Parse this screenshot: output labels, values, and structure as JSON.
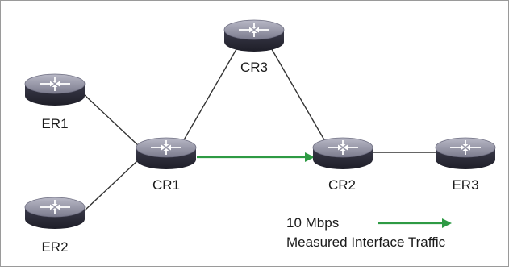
{
  "nodes": [
    {
      "id": "ER1",
      "label": "ER1"
    },
    {
      "id": "ER2",
      "label": "ER2"
    },
    {
      "id": "CR1",
      "label": "CR1"
    },
    {
      "id": "CR3",
      "label": "CR3"
    },
    {
      "id": "CR2",
      "label": "CR2"
    },
    {
      "id": "ER3",
      "label": "ER3"
    }
  ],
  "links": [
    {
      "from": "ER1",
      "to": "CR1",
      "style": "plain"
    },
    {
      "from": "ER2",
      "to": "CR1",
      "style": "plain"
    },
    {
      "from": "CR1",
      "to": "CR3",
      "style": "plain"
    },
    {
      "from": "CR3",
      "to": "CR2",
      "style": "plain"
    },
    {
      "from": "CR1",
      "to": "CR2",
      "style": "traffic-arrow"
    },
    {
      "from": "CR2",
      "to": "ER3",
      "style": "plain"
    }
  ],
  "legend": {
    "value": "10 Mbps",
    "description": "Measured Interface Traffic"
  },
  "colors": {
    "traffic": "#2e9a44",
    "link": "#333333",
    "router_body": "#2f2f3e",
    "router_top": "#9a9aab"
  },
  "icons": {
    "router": "router-icon"
  }
}
